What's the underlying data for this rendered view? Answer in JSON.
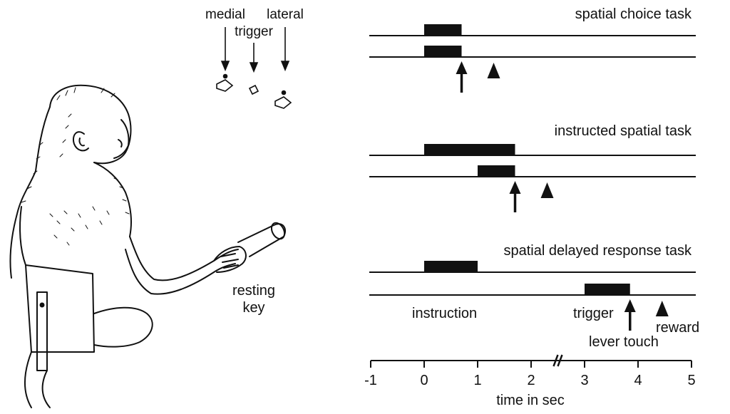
{
  "apparatus": {
    "medial_label": "medial",
    "lateral_label": "lateral",
    "trigger_label": "trigger",
    "resting_key_line1": "resting",
    "resting_key_line2": "key"
  },
  "tasks": [
    {
      "title": "spatial choice task",
      "instruction_bar": [
        0,
        0.7
      ],
      "trigger_bar": [
        0,
        0.7
      ],
      "lever_touch_t": 0.7,
      "reward_t": 1.3
    },
    {
      "title": "instructed spatial task",
      "instruction_bar": [
        0,
        1.7
      ],
      "trigger_bar": [
        1.0,
        1.7
      ],
      "lever_touch_t": 1.7,
      "reward_t": 2.3
    },
    {
      "title": "spatial delayed response task",
      "instruction_bar": [
        0,
        1.0
      ],
      "trigger_bar": [
        3.0,
        3.85
      ],
      "lever_touch_t": 3.85,
      "reward_t": 4.45
    }
  ],
  "event_labels": {
    "instruction": "instruction",
    "trigger": "trigger",
    "lever_touch": "lever touch",
    "reward": "reward"
  },
  "time_axis": {
    "label": "time in sec",
    "ticks": [
      "-1",
      "0",
      "1",
      "2",
      "3",
      "4",
      "5"
    ],
    "range": [
      -1,
      5
    ],
    "break_at": 2.5
  },
  "colors": {
    "ink": "#111111",
    "background": "#ffffff"
  }
}
